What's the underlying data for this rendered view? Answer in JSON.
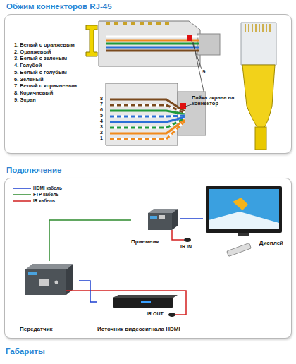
{
  "diagram": {
    "nodes": [
      {
        "text": [
          "Обжим коннекторов RJ-45"
        ]
      },
      {
        "text": [
          "Подключение"
        ]
      },
      {
        "text": [
          "Приемник"
        ],
        "in": 1
      },
      {
        "text": [
          "Дисплей"
        ],
        "in": 1
      },
      {
        "text": [
          "Передатчик"
        ],
        "in": 1
      },
      {
        "text": [
          "Источник видеосигнала HDMI"
        ],
        "in": 1
      }
    ],
    "edges": [
      {
        "from": 4,
        "to": 2,
        "arrow": "none"
      },
      {
        "from": 2,
        "to": 3,
        "arrow": "none"
      },
      {
        "from": 5,
        "to": 4,
        "arrow": "none"
      }
    ],
    "labels": [
      "1. Белый с оранжевым",
      "2. Оранжевый",
      "3. Белый с зеленым",
      "4. Голубой",
      "5. Белый с голубым",
      "6. Зеленый",
      "7. Белый с коричневым",
      "8. Коричневый",
      "9. Экран",
      "9",
      "Пайка экрана на коннектор",
      "8",
      "7",
      "6",
      "5",
      "4",
      "3",
      "2",
      "1",
      "IR IN",
      "IR OUT",
      "Габариты"
    ],
    "legend": [
      {
        "text": "HDMI кабель"
      },
      {
        "text": "FTP кабель"
      },
      {
        "text": "IR кабель"
      }
    ]
  }
}
